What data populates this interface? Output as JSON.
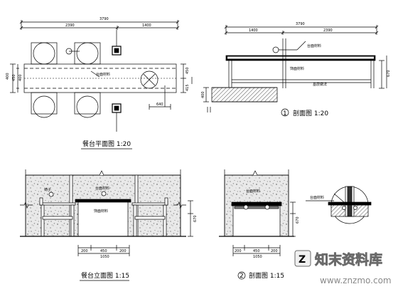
{
  "captions": {
    "plan": "餐台平面图  1:20",
    "section1": "剖面图  1:20",
    "section1_num": "1",
    "elevation": "餐台立面图  1:15",
    "section2": "剖面图  1:15",
    "section2_num": "2"
  },
  "dimensions": {
    "plan_top_total": "3790",
    "plan_top_left": "2390",
    "plan_top_right": "1400",
    "plan_side_1": "400",
    "plan_side_2": "450",
    "plan_side_3": "400",
    "plan_right_1": "450",
    "plan_right_2": "415",
    "plan_bottom": "640",
    "sec1_top_total": "3790",
    "sec1_top_left": "1400",
    "sec1_top_right": "2390",
    "sec1_right": "670",
    "sec1_left": "400",
    "elev_bottom_1": "200",
    "elev_bottom_2": "450",
    "elev_bottom_3": "200",
    "elev_bottom_total": "1050",
    "elev_right": "670",
    "sec2_bottom_1": "200",
    "sec2_bottom_2": "450",
    "sec2_bottom_3": "200",
    "sec2_bottom_total": "1050",
    "sec2_right": "670"
  },
  "notes": {
    "plan_center": "台面材料",
    "sec1_top": "台面材料",
    "sec1_mid": "饰面材料",
    "sec1_low": "基层做法",
    "elev_top": "台面材料",
    "elev_chair": "椅子",
    "elev_center": "饰面材料",
    "sec2_top": "台面材料",
    "detail": "台面材料"
  },
  "watermark": {
    "brand": "知末资料库",
    "url": "www.znzmo.com"
  }
}
